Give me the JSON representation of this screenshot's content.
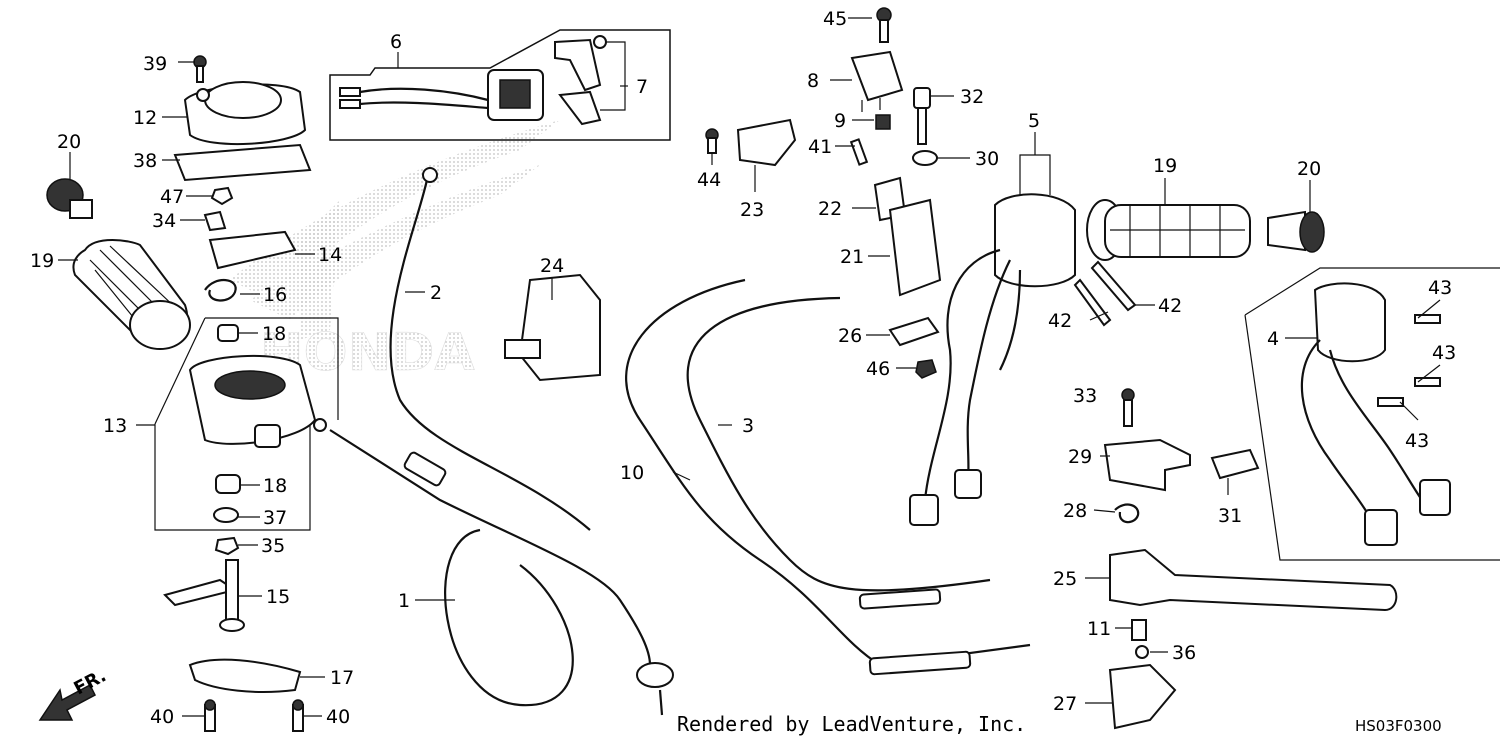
{
  "diagram": {
    "credit": "Rendered by LeadVenture, Inc.",
    "code": "HS03F0300",
    "direction": "FR.",
    "watermark": "HONDA",
    "labels": {
      "l1": "1",
      "l2": "2",
      "l3": "3",
      "l4": "4",
      "l5": "5",
      "l6": "6",
      "l7": "7",
      "l8": "8",
      "l9": "9",
      "l10": "10",
      "l11": "11",
      "l12": "12",
      "l13": "13",
      "l14": "14",
      "l15": "15",
      "l16": "16",
      "l17": "17",
      "l18a": "18",
      "l18b": "18",
      "l19a": "19",
      "l19b": "19",
      "l20a": "20",
      "l20b": "20",
      "l21": "21",
      "l22": "22",
      "l23": "23",
      "l24": "24",
      "l25": "25",
      "l26": "26",
      "l27": "27",
      "l28": "28",
      "l29": "29",
      "l30": "30",
      "l31": "31",
      "l32": "32",
      "l33": "33",
      "l34": "34",
      "l35": "35",
      "l36": "36",
      "l37": "37",
      "l38": "38",
      "l39": "39",
      "l40a": "40",
      "l40b": "40",
      "l41": "41",
      "l42a": "42",
      "l42b": "42",
      "l43a": "43",
      "l43b": "43",
      "l43c": "43",
      "l44": "44",
      "l45": "45",
      "l46": "46",
      "l47": "47"
    }
  }
}
